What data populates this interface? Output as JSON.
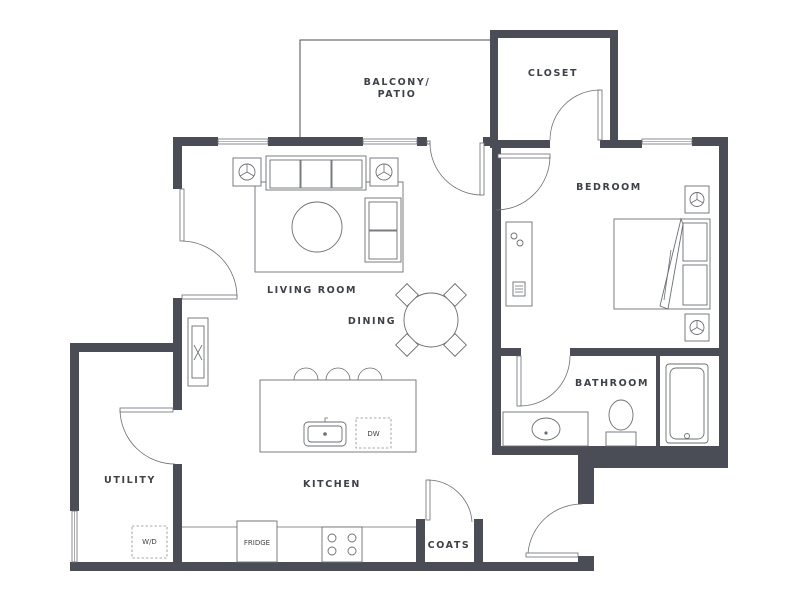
{
  "plan": {
    "rooms": {
      "balcony": [
        "BALCONY/",
        "PATIO"
      ],
      "closet": "CLOSET",
      "bedroom": "BEDROOM",
      "living_room": "LIVING ROOM",
      "dining": "DINING",
      "bathroom": "BATHROOM",
      "utility": "UTILITY",
      "kitchen": "KITCHEN",
      "coats": "COATS"
    },
    "appliances": {
      "dishwasher": "DW",
      "washer_dryer": "W/D",
      "fridge": "FRIDGE"
    }
  },
  "colors": {
    "wall": "#4a4d55",
    "label": "#3d4148",
    "fixture_line": "#6b6e75"
  }
}
